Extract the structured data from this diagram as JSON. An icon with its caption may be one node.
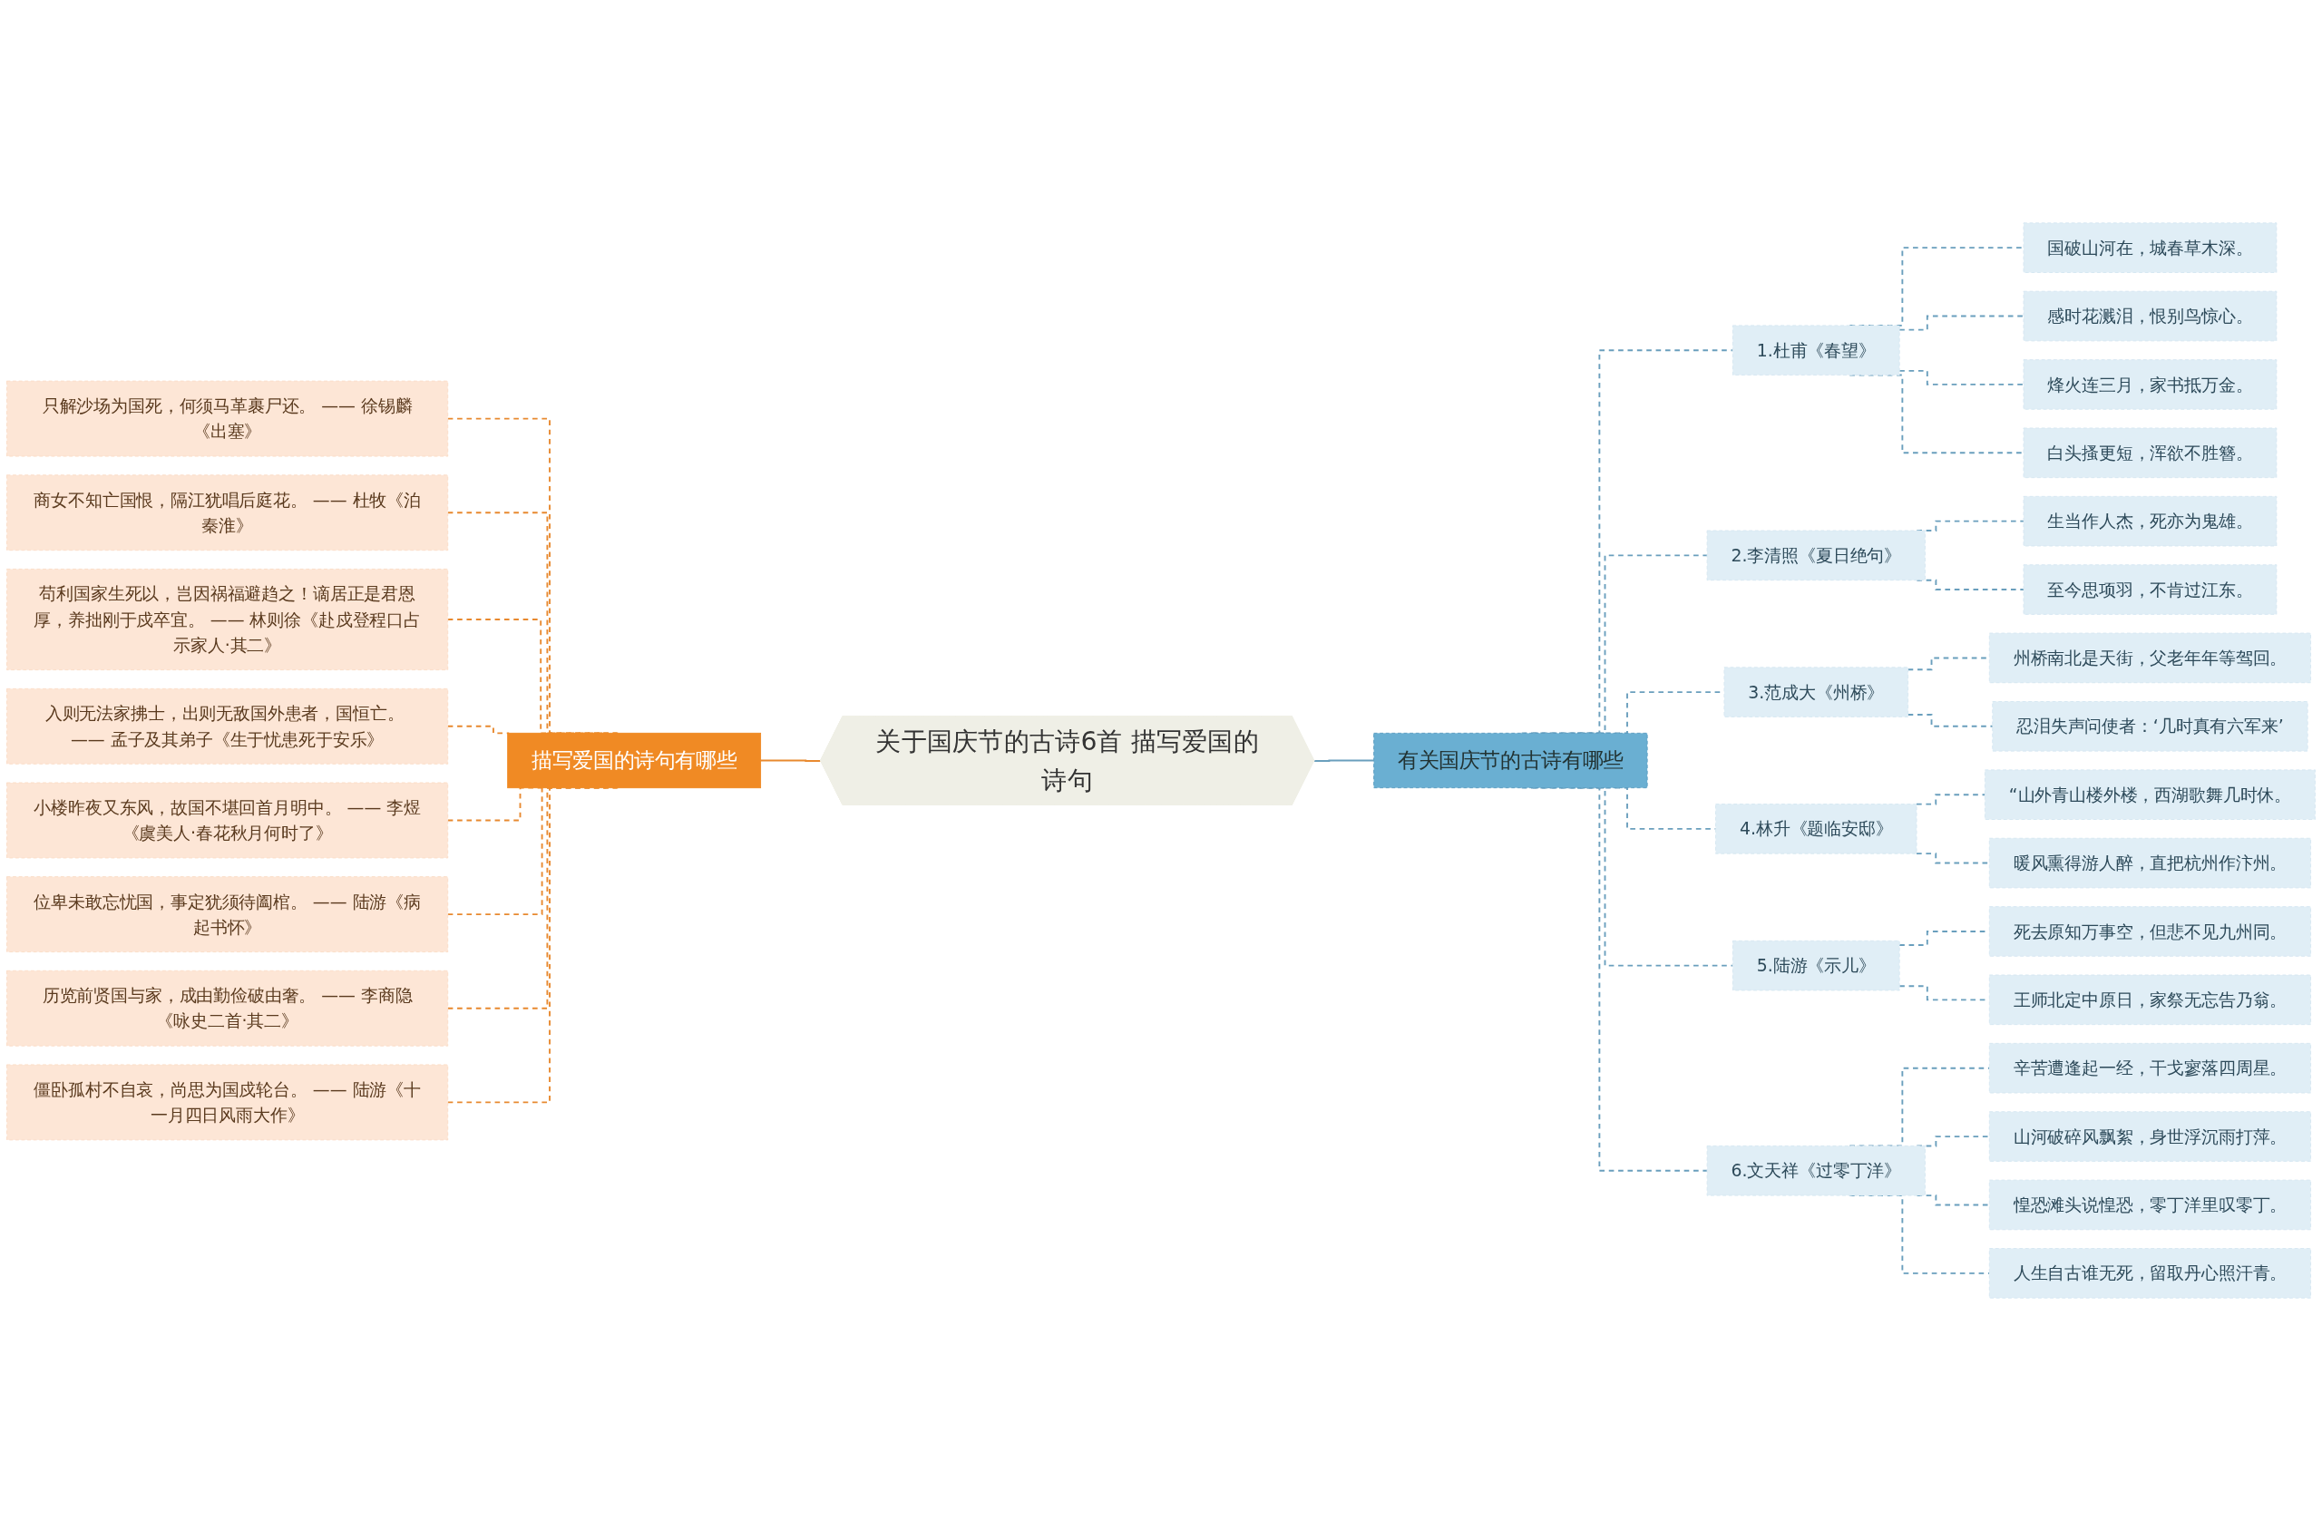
{
  "diagram": {
    "nodes": [
      {
        "text": [
          "关于国庆节的古诗6首 描写爱国的诗句"
        ]
      },
      {
        "text": [
          "描写爱国的诗句有哪些"
        ]
      },
      {
        "text": [
          "只解沙场为国死，何须马革裹尸还。 —— 徐锡麟《出塞》"
        ]
      },
      {
        "text": [
          "商女不知亡国恨，隔江犹唱后庭花。 —— 杜牧《泊秦淮》"
        ]
      },
      {
        "text": [
          "苟利国家生死以，岂因祸福避趋之！谪居正是君恩厚，养拙刚于戍卒宜。 —— 林则徐《赴戍登程口占示家人·其二》"
        ]
      },
      {
        "text": [
          "入则无法家拂士，出则无敌国外患者，国恒亡。 —— 孟子及其弟子《生于忧患死于安乐》"
        ]
      },
      {
        "text": [
          "小楼昨夜又东风，故国不堪回首月明中。 —— 李煜《虞美人·春花秋月何时了》"
        ]
      },
      {
        "text": [
          "位卑未敢忘忧国，事定犹须待阖棺。 —— 陆游《病起书怀》"
        ]
      },
      {
        "text": [
          "历览前贤国与家，成由勤俭破由奢。 —— 李商隐《咏史二首·其二》"
        ]
      },
      {
        "text": [
          "僵卧孤村不自哀，尚思为国戍轮台。 —— 陆游《十一月四日风雨大作》"
        ]
      },
      {
        "text": [
          "有关国庆节的古诗有哪些"
        ]
      },
      {
        "text": [
          "1.杜甫《春望》"
        ]
      },
      {
        "text": [
          "国破山河在，城春草木深。"
        ]
      },
      {
        "text": [
          "感时花溅泪，恨别鸟惊心。"
        ]
      },
      {
        "text": [
          "烽火连三月，家书抵万金。"
        ]
      },
      {
        "text": [
          "白头搔更短，浑欲不胜簪。"
        ]
      },
      {
        "text": [
          "2.李清照《夏日绝句》"
        ]
      },
      {
        "text": [
          "生当作人杰，死亦为鬼雄。"
        ]
      },
      {
        "text": [
          "至今思项羽，不肯过江东。"
        ]
      },
      {
        "text": [
          "3.范成大《州桥》"
        ]
      },
      {
        "text": [
          "州桥南北是天街，父老年年等驾回。"
        ]
      },
      {
        "text": [
          "忍泪失声问使者：‘几时真有六军来’"
        ]
      },
      {
        "text": [
          "4.林升《题临安邸》"
        ]
      },
      {
        "text": [
          "“山外青山楼外楼，西湖歌舞几时休。"
        ]
      },
      {
        "text": [
          "暖风熏得游人醉，直把杭州作汴州。"
        ]
      },
      {
        "text": [
          "5.陆游《示儿》"
        ]
      },
      {
        "text": [
          "死去原知万事空，但悲不见九州同。"
        ]
      },
      {
        "text": [
          "王师北定中原日，家祭无忘告乃翁。"
        ]
      },
      {
        "text": [
          "6.文天祥《过零丁洋》"
        ]
      },
      {
        "text": [
          "辛苦遭逢起一经，干戈寥落四周星。"
        ]
      },
      {
        "text": [
          "山河破碎风飘絮，身世浮沉雨打萍。"
        ]
      },
      {
        "text": [
          "惶恐滩头说惶恐，零丁洋里叹零丁。"
        ]
      },
      {
        "text": [
          "人生自古谁无死，留取丹心照汗青。"
        ]
      }
    ],
    "edges": [
      {
        "from": 0,
        "to": 1,
        "arrow": "none",
        "color": "#e8892f"
      },
      {
        "from": 1,
        "to": 2,
        "arrow": "none",
        "style": "dashed",
        "color": "#e8892f"
      },
      {
        "from": 1,
        "to": 3,
        "arrow": "none",
        "style": "dashed",
        "color": "#e8892f"
      },
      {
        "from": 1,
        "to": 4,
        "arrow": "none",
        "style": "dashed",
        "color": "#e8892f"
      },
      {
        "from": 1,
        "to": 5,
        "arrow": "none",
        "style": "dashed",
        "color": "#e8892f"
      },
      {
        "from": 1,
        "to": 6,
        "arrow": "none",
        "style": "dashed",
        "color": "#e8892f"
      },
      {
        "from": 1,
        "to": 7,
        "arrow": "none",
        "style": "dashed",
        "color": "#e8892f"
      },
      {
        "from": 1,
        "to": 8,
        "arrow": "none",
        "style": "dashed",
        "color": "#e8892f"
      },
      {
        "from": 1,
        "to": 9,
        "arrow": "none",
        "style": "dashed",
        "color": "#e8892f"
      },
      {
        "from": 0,
        "to": 10,
        "arrow": "none"
      },
      {
        "from": 10,
        "to": 11,
        "arrow": "none",
        "style": "dashed"
      },
      {
        "from": 11,
        "to": 12,
        "arrow": "none",
        "style": "dashed"
      },
      {
        "from": 11,
        "to": 13,
        "arrow": "none",
        "style": "dashed"
      },
      {
        "from": 11,
        "to": 14,
        "arrow": "none",
        "style": "dashed"
      },
      {
        "from": 11,
        "to": 15,
        "arrow": "none",
        "style": "dashed"
      },
      {
        "from": 10,
        "to": 16,
        "arrow": "none",
        "style": "dashed"
      },
      {
        "from": 16,
        "to": 17,
        "arrow": "none",
        "style": "dashed"
      },
      {
        "from": 16,
        "to": 18,
        "arrow": "none",
        "style": "dashed"
      },
      {
        "from": 10,
        "to": 19,
        "arrow": "none",
        "style": "dashed"
      },
      {
        "from": 19,
        "to": 20,
        "arrow": "none",
        "style": "dashed"
      },
      {
        "from": 19,
        "to": 21,
        "arrow": "none",
        "style": "dashed"
      },
      {
        "from": 10,
        "to": 22,
        "arrow": "none",
        "style": "dashed"
      },
      {
        "from": 22,
        "to": 23,
        "arrow": "none",
        "style": "dashed"
      },
      {
        "from": 22,
        "to": 24,
        "arrow": "none",
        "style": "dashed"
      },
      {
        "from": 10,
        "to": 25,
        "arrow": "none",
        "style": "dashed"
      },
      {
        "from": 25,
        "to": 26,
        "arrow": "none",
        "style": "dashed"
      },
      {
        "from": 25,
        "to": 27,
        "arrow": "none",
        "style": "dashed"
      },
      {
        "from": 10,
        "to": 28,
        "arrow": "none",
        "style": "dashed"
      },
      {
        "from": 28,
        "to": 29,
        "arrow": "none",
        "style": "dashed"
      },
      {
        "from": 28,
        "to": 30,
        "arrow": "none",
        "style": "dashed"
      },
      {
        "from": 28,
        "to": 31,
        "arrow": "none",
        "style": "dashed"
      },
      {
        "from": 28,
        "to": 32,
        "arrow": "none",
        "style": "dashed"
      }
    ]
  }
}
